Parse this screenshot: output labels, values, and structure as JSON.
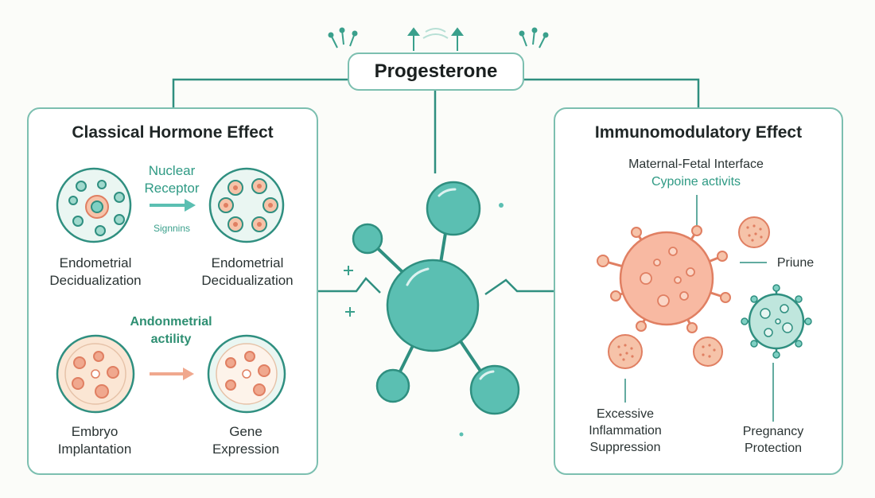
{
  "title": "Progesterone",
  "left_panel": {
    "title": "Classical Hormone Effect",
    "arrow1_label": [
      "Nuclear",
      "Receptor"
    ],
    "arrow1_sublabel": "Signnins",
    "cell1_label": [
      "Endometrial",
      "Decidualization"
    ],
    "cell2_label": [
      "Endometrial",
      "Decidualization"
    ],
    "middle_label": [
      "Andonmetrial",
      "actility"
    ],
    "cell3_label": [
      "Embryo",
      "Implantation"
    ],
    "cell4_label": [
      "Gene",
      "Expression"
    ]
  },
  "right_panel": {
    "title": "Immunomodulatory Effect",
    "interface_label": "Maternal-Fetal Interface",
    "activity_label": "Cypoine activits",
    "side_label": "Priune",
    "bottom_left_label": [
      "Excessive",
      "Inflammation",
      "Suppression"
    ],
    "bottom_right_label": [
      "Pregnancy",
      "Protection"
    ]
  },
  "colors": {
    "teal": "#5bbfb2",
    "teal_dark": "#2f8f80",
    "border": "#7cbfb0",
    "coral": "#f0a88e",
    "coral_dark": "#e07f62",
    "cream": "#fbe6d4"
  }
}
